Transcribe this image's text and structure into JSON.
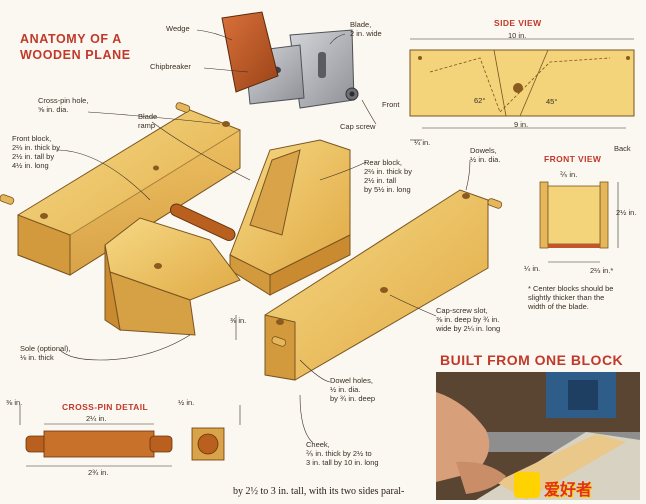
{
  "title_line1": "ANATOMY OF A",
  "title_line2": "WOODEN PLANE",
  "labels": {
    "wedge": "Wedge",
    "chipbreaker": "Chipbreaker",
    "blade": "Blade,\n2 in. wide",
    "cap_screw": "Cap screw",
    "cross_pin_hole": "Cross-pin hole,\n⅝ in. dia.",
    "blade_ramp": "Blade\nramp",
    "front_block": "Front block,\n2⅔ in. thick by\n2½ in. tall by\n4½ in. long",
    "rear_block": "Rear block,\n2⅔ in. thick by\n2½ in. tall\nby 5½ in. long",
    "dowels": "Dowels,\n½ in. dia.",
    "cap_screw_slot": "Cap-screw slot,\n⅜ in. deep by ¾ in.\nwide by 2¼ in. long",
    "sole": "Sole (optional),\n⅛ in. thick",
    "three_eighths": "⅜ in.",
    "dowel_holes": "Dowel holes,\n½ in. dia.\nby ¾ in. deep",
    "cheek": "Cheek,\n⅖ in. thick by 2½ to\n3 in. tall by 10 in. long"
  },
  "side_view": {
    "heading": "SIDE VIEW",
    "length_top": "10 in.",
    "angle_left": "62°",
    "angle_right": "45°",
    "front": "Front",
    "back": "Back",
    "length_bottom": "9 in.",
    "quarter": "¼ in."
  },
  "front_view": {
    "heading": "FRONT VIEW",
    "top": "⅖ in.",
    "height": "2½ in.",
    "bottom_left": "¼ in.",
    "width": "2⅔ in.*",
    "note": "* Center blocks should be\nslightly thicker than the\nwidth of the blade."
  },
  "cross_pin": {
    "heading": "CROSS-PIN DETAIL",
    "left_dim": "⅜ in.",
    "middle_dim": "2¼ in.",
    "right_dim": "½ in.",
    "total": "2¾ in."
  },
  "photo_title": "BUILT FROM ONE BLOCK",
  "bottom_text": "by 2½ to 3 in. tall, with its two sides paral-",
  "logo_text": "爱好者",
  "colors": {
    "title_red": "#c0392b",
    "wood_light": "#f2cf6e",
    "wood_mid": "#e3b04c",
    "wood_dark": "#c88a2e",
    "steel": "#a9a9ad"
  }
}
